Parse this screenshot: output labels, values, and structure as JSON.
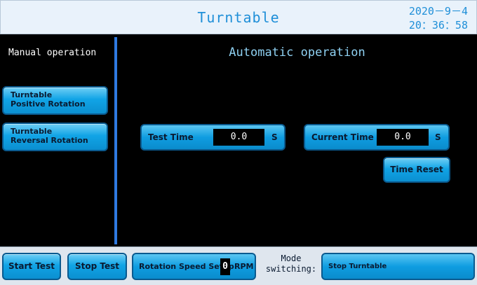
{
  "header": {
    "title": "Turntable",
    "date": "2020－9－4",
    "time": "20：36：58"
  },
  "manual": {
    "label": "Manual operation",
    "buttons": [
      {
        "line1": "Turntable",
        "line2": "Positive Rotation"
      },
      {
        "line1": "Turntable",
        "line2": "Reversal Rotation"
      }
    ]
  },
  "automatic": {
    "label": "Automatic operation",
    "test_time": {
      "label": "Test Time",
      "value": "0.0",
      "unit": "S"
    },
    "current_time": {
      "label": "Current Time",
      "value": "0.0",
      "unit": "S"
    },
    "time_reset": "Time Reset"
  },
  "footer": {
    "start_test": "Start Test",
    "stop_test": "Stop Test",
    "speed": {
      "label": "Rotation Speed Setup",
      "value": "0",
      "unit": "RPM"
    },
    "mode_line1": "Mode",
    "mode_line2": "switching:",
    "mode_value": "Stop Turntable"
  }
}
